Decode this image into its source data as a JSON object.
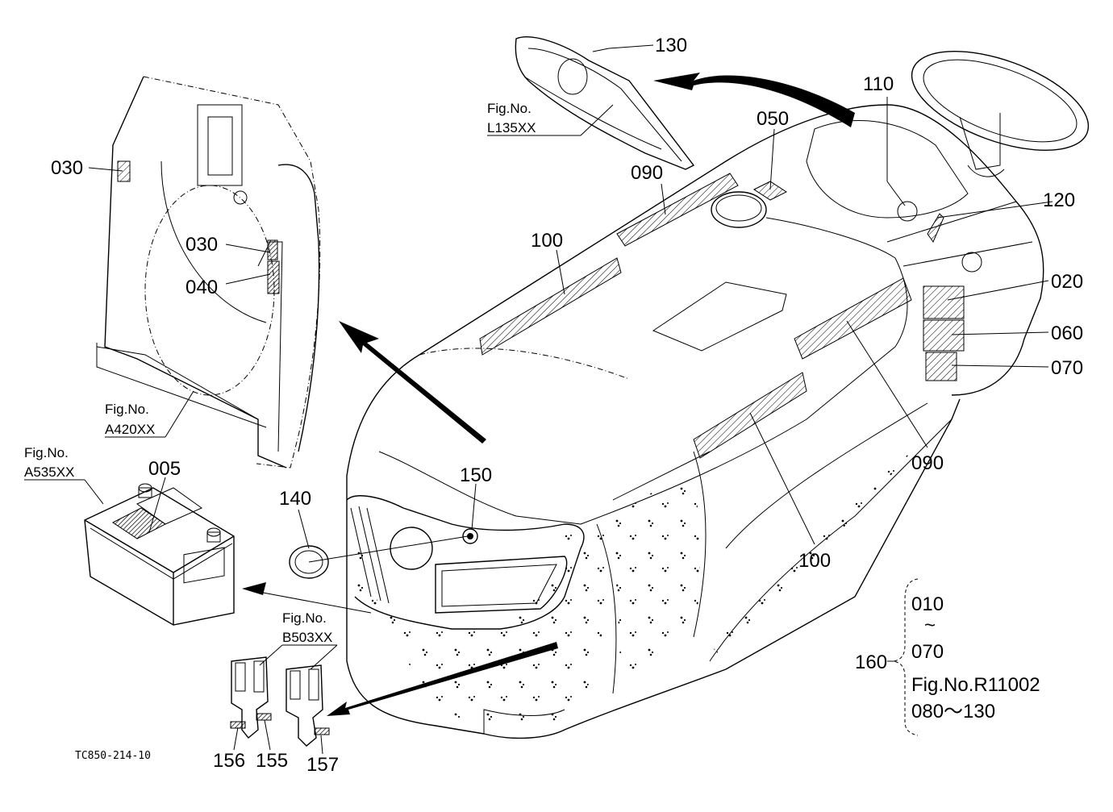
{
  "drawing_code": "TC850-214-10",
  "figure_refs": {
    "l135": {
      "line1": "Fig.No.",
      "line2": "L135XX"
    },
    "a420": {
      "line1": "Fig.No.",
      "line2": "A420XX"
    },
    "a535": {
      "line1": "Fig.No.",
      "line2": "A535XX"
    },
    "b503": {
      "line1": "Fig.No.",
      "line2": "B503XX"
    }
  },
  "part_labels": {
    "p130": "130",
    "p110": "110",
    "p050": "050",
    "p030_top": "030",
    "p090_top": "090",
    "p120": "120",
    "p100_top": "100",
    "p030_mid": "030",
    "p040": "040",
    "p020": "020",
    "p060": "060",
    "p070": "070",
    "p090_bottom": "090",
    "p005": "005",
    "p150": "150",
    "p140": "140",
    "p100_bottom": "100",
    "p156": "156",
    "p155": "155",
    "p157": "157"
  },
  "bracket_group": {
    "label": "160",
    "line1": "010",
    "line2": "~",
    "line3": "070",
    "line4": "Fig.No.R11002",
    "line5": "080～130"
  }
}
